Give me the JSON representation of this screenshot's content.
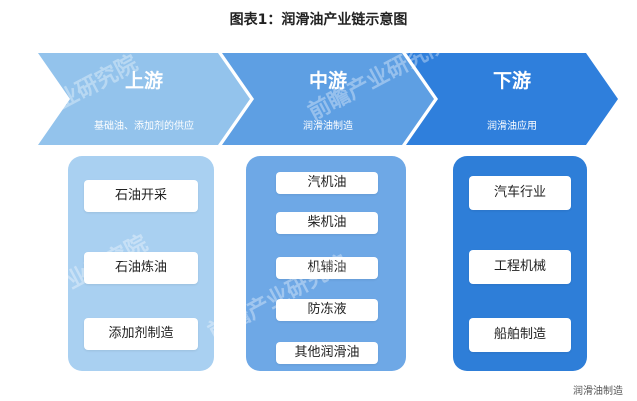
{
  "title": "图表1：润滑油产业链示意图",
  "stages": [
    {
      "heading": "上游",
      "subheading": "基础油、添加剂的供应",
      "items": [
        "石油开采",
        "石油炼油",
        "添加剂制造"
      ],
      "chevron_color": "#93c3ec",
      "panel_color": "#a9d0f1"
    },
    {
      "heading": "中游",
      "subheading": "润滑油制造",
      "items": [
        "汽机油",
        "柴机油",
        "机辅油",
        "防冻液",
        "其他润滑油"
      ],
      "chevron_color": "#5e9fe3",
      "panel_color": "#6ea8e6"
    },
    {
      "heading": "下游",
      "subheading": "润滑油应用",
      "items": [
        "汽车行业",
        "工程机械",
        "船舶制造"
      ],
      "chevron_color": "#2f7fdc",
      "panel_color": "#2e7ed8"
    }
  ],
  "watermark": "前瞻产业研究院",
  "footer": "润滑油制造"
}
